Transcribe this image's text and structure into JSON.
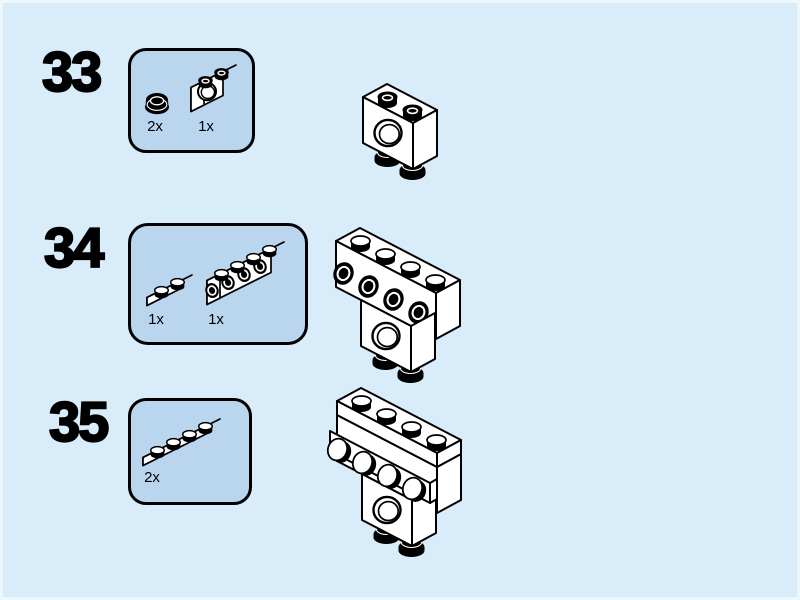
{
  "colors": {
    "background": "#d9ecfa",
    "box_fill": "#bad5ee",
    "page_edge": "#ecf6fd",
    "outline": "#000000",
    "piece_white": "#ffffff",
    "piece_black": "#000000"
  },
  "steps": [
    {
      "number": "33",
      "parts": [
        {
          "name": "black-round-plate-1x1",
          "count": "2x"
        },
        {
          "name": "white-technic-brick-1x2-hole",
          "count": "1x"
        }
      ],
      "assembly": "brick-1x2-hole-with-two-black-round-plates-below"
    },
    {
      "number": "34",
      "parts": [
        {
          "name": "white-plate-1x2",
          "count": "1x"
        },
        {
          "name": "white-brick-1x4-side-studs",
          "count": "1x"
        }
      ],
      "assembly": "brick-1x4-side-studs-on-technic-brick-subassembly"
    },
    {
      "number": "35",
      "parts": [
        {
          "name": "white-plate-1x4",
          "count": "2x"
        }
      ],
      "assembly": "two-plates-1x4-added-on-top-and-on-side-studs"
    }
  ]
}
